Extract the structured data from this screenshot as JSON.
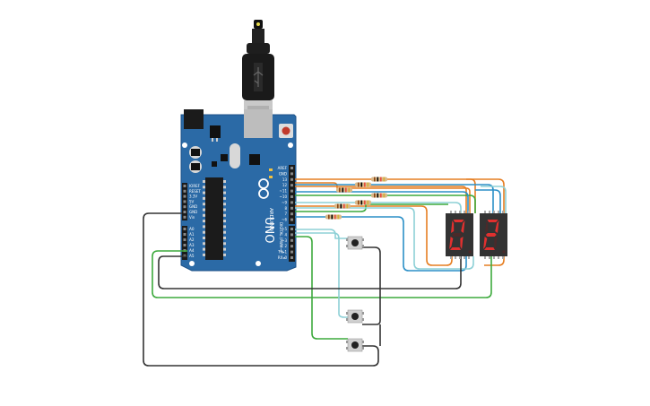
{
  "board": {
    "name": "UNO",
    "brand": "ARDUINO",
    "digital_label": "DIGITAL (PWM~)",
    "left_pins": [
      "IOREF",
      "RESET",
      "3.3V",
      "5V",
      "GND",
      "GND",
      "Vin"
    ],
    "analog_pins": [
      "A0",
      "A1",
      "A2",
      "A3",
      "A4",
      "A5"
    ],
    "right_pins": [
      "AREF",
      "GND",
      "13",
      "12",
      "~11",
      "~10",
      "~9",
      "8",
      "7",
      "~6",
      "~5",
      "4",
      "~3",
      "2",
      "TX▸1",
      "RX◂0"
    ]
  },
  "displays": [
    {
      "digit": "0",
      "segments": [
        "a",
        "b",
        "c",
        "d",
        "e",
        "f"
      ]
    },
    {
      "digit": "2",
      "segments": [
        "a",
        "b",
        "g",
        "e",
        "d"
      ]
    }
  ],
  "colors": {
    "board": "#2b6aa6",
    "wire_orange": "#e67e22",
    "wire_blue": "#2b8fc7",
    "wire_cyan": "#8dd0d6",
    "wire_green": "#3daa3d",
    "wire_black": "#333333",
    "segment_on": "#e0302f",
    "segment_off": "#4a2a2a",
    "display_body": "#333333"
  },
  "counts": {
    "resistors": 7,
    "buttons": 3
  }
}
